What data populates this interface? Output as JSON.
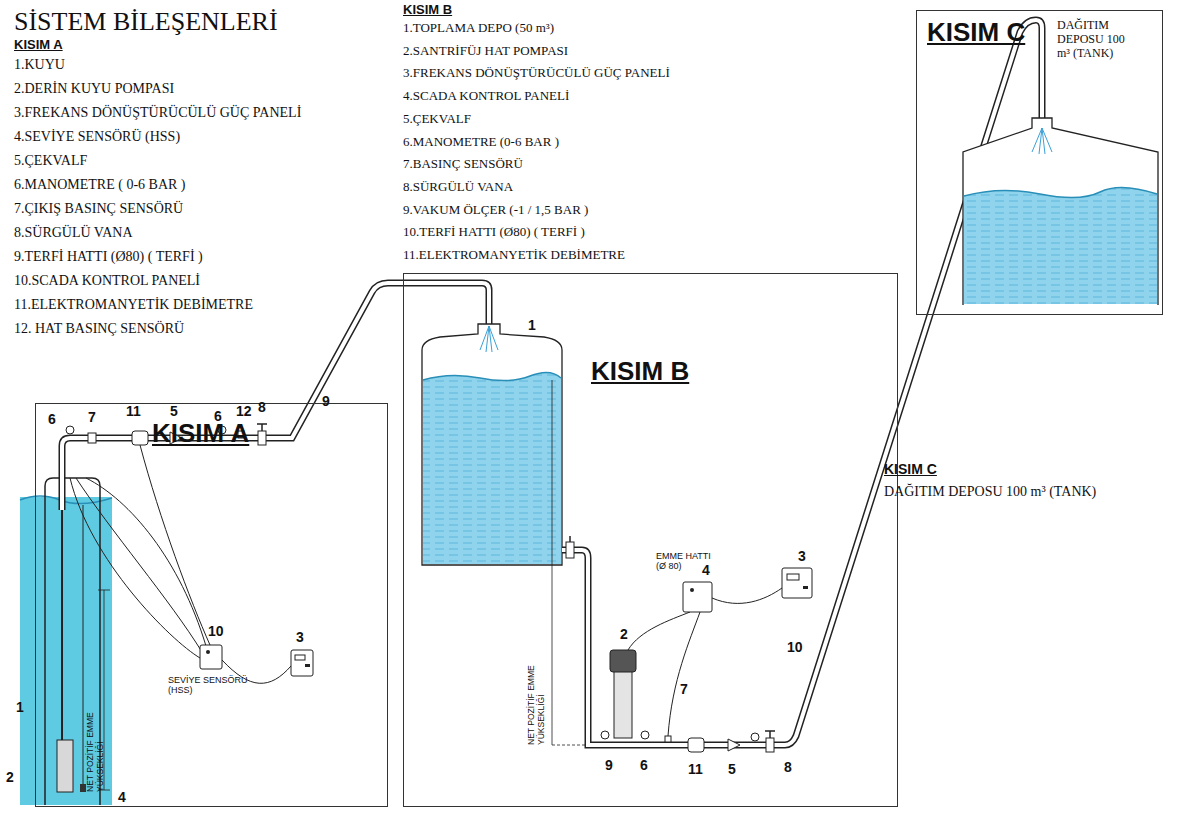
{
  "diagram": {
    "title": "SİSTEM BİLEŞENLERİ",
    "nodes": [
      {
        "text": [
          "KISIM A"
        ]
      },
      {
        "text": [
          "KISIM B"
        ]
      },
      {
        "text": [
          "KISIM C",
          "DAĞITIM DEPOSU 100 m³ (TANK)"
        ]
      }
    ],
    "labels": [
      "KISIM A",
      "1.KUYU",
      "2.DERİN KUYU POMPASI",
      "3.FREKANS DÖNÜŞTÜRÜCÜLÜ GÜÇ PANELİ",
      "4.SEVİYE SENSÖRÜ  (HSS)",
      "5.ÇEKVALF",
      "6.MANOMETRE ( 0-6 BAR )",
      "7.ÇIKIŞ BASINÇ SENSÖRÜ",
      "8.SÜRGÜLÜ VANA",
      "9.TERFİ HATTI  (Ø80)   ( TERFİ )",
      "10.SCADA KONTROL PANELİ",
      "11.ELEKTROMANYETİK DEBİMETRE",
      "12. HAT BASINÇ SENSÖRÜ",
      "KISIM B",
      "1.TOPLAMA DEPO (50 m³)",
      "2.SANTRİFÜJ HAT POMPASI",
      "3.FREKANS DÖNÜŞTÜRÜCÜLÜ GÜÇ PANELİ",
      "4.SCADA KONTROL PANELİ",
      "5.ÇEKVALF",
      "6.MANOMETRE (0-6 BAR )",
      "7.BASINÇ SENSÖRÜ",
      "8.SÜRGÜLÜ VANA",
      "9.VAKUM ÖLÇER (-1 / 1,5 BAR )",
      "10.TERFİ HATTI  (Ø80)   ( TERFİ )",
      "11.ELEKTROMANYETİK DEBİMETRE",
      "KISIM C",
      "DAĞITIM DEPOSU 100 m³ (TANK)",
      "EMME HATTI (Ø 80)",
      "NET POZİTİF EMME YÜKSEKLİĞİ",
      "SEVİYE SENSÖRÜ (HSS)",
      "NET POZİTİF EMME YÜKSEKLİĞİ",
      "1",
      "2",
      "4",
      "7",
      "11",
      "5",
      "6",
      "12",
      "6",
      "8",
      "9",
      "10",
      "3",
      "1",
      "4",
      "3",
      "2",
      "7",
      "10",
      "9",
      "6",
      "11",
      "5",
      "8"
    ]
  }
}
